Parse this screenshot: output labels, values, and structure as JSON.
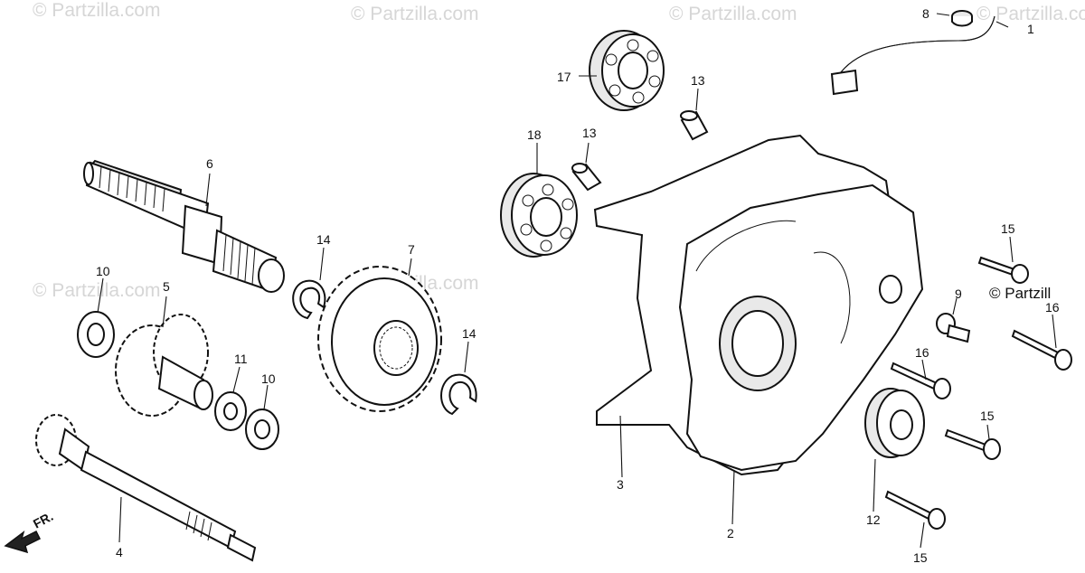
{
  "watermark": "© Partzilla.com",
  "copyright": "© Partzill",
  "front_marker": "FR.",
  "callouts": {
    "c1": "1",
    "c2": "2",
    "c3": "3",
    "c4": "4",
    "c5": "5",
    "c6": "6",
    "c7": "7",
    "c8": "8",
    "c9": "9",
    "c10a": "10",
    "c10b": "10",
    "c11": "11",
    "c12": "12",
    "c13a": "13",
    "c13b": "13",
    "c14a": "14",
    "c14b": "14",
    "c15a": "15",
    "c15b": "15",
    "c15c": "15",
    "c16a": "16",
    "c16b": "16",
    "c17": "17",
    "c18": "18"
  }
}
